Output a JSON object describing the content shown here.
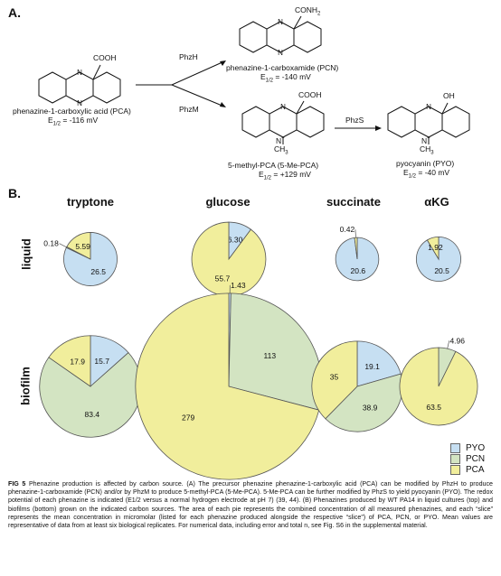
{
  "panel_a": {
    "label": "A.",
    "enzyme_phzh": "PhzH",
    "enzyme_phzm": "PhzM",
    "enzyme_phzs": "PhzS",
    "pca_group": "COOH",
    "pcn_group": "CONH",
    "pcn_group_sub": "2",
    "me_pca_group": "COOH",
    "pyo_group": "OH",
    "methyl_group": "CH",
    "methyl_sub": "3",
    "nplus": "N",
    "nplus_sup": "+",
    "pca_name": "phenazine-1-carboxylic acid (PCA)",
    "pca_e": "E",
    "pca_e_sub": "1/2",
    "pca_e_val": " = -116 mV",
    "pcn_name": "phenazine-1-carboxamide (PCN)",
    "pcn_e": "E",
    "pcn_e_sub": "1/2",
    "pcn_e_val": " = -140 mV",
    "me_pca_name": "5-methyl-PCA (5-Me-PCA)",
    "me_pca_e": "E",
    "me_pca_e_sub": "1/2",
    "me_pca_e_val": " = +129 mV",
    "pyo_name": "pyocyanin (PYO)",
    "pyo_e": "E",
    "pyo_e_sub": "1/2",
    "pyo_e_val": " = -40 mV"
  },
  "panel_b": {
    "label": "B.",
    "columns": [
      "tryptone",
      "glucose",
      "succinate",
      "αKG"
    ],
    "rows": [
      "liquid",
      "biofilm"
    ],
    "legend": [
      {
        "label": "PYO",
        "color": "#c6dff2"
      },
      {
        "label": "PCN",
        "color": "#d3e4c2"
      },
      {
        "label": "PCA",
        "color": "#f1ee9c"
      }
    ]
  },
  "chart_data": {
    "type": "pie",
    "title": "",
    "units": "micromolar",
    "slice_order": [
      "PYO",
      "PCN",
      "PCA"
    ],
    "colors": {
      "PYO": "#c6dff2",
      "PCN": "#d3e4c2",
      "PCA": "#f1ee9c"
    },
    "pies": [
      {
        "condition": "liquid",
        "medium": "tryptone",
        "slices": [
          {
            "name": "PYO",
            "value": 26.5,
            "label": "26.5"
          },
          {
            "name": "PCN",
            "value": 0.18,
            "label": "0.18"
          },
          {
            "name": "PCA",
            "value": 5.59,
            "label": "5.59"
          }
        ]
      },
      {
        "condition": "liquid",
        "medium": "glucose",
        "slices": [
          {
            "name": "PYO",
            "value": 6.3,
            "label": "6.30"
          },
          {
            "name": "PCN",
            "value": 0,
            "label": ""
          },
          {
            "name": "PCA",
            "value": 55.7,
            "label": "55.7"
          }
        ]
      },
      {
        "condition": "liquid",
        "medium": "succinate",
        "slices": [
          {
            "name": "PYO",
            "value": 20.6,
            "label": "20.6"
          },
          {
            "name": "PCN",
            "value": 0,
            "label": ""
          },
          {
            "name": "PCA",
            "value": 0.42,
            "label": "0.42"
          }
        ]
      },
      {
        "condition": "liquid",
        "medium": "αKG",
        "slices": [
          {
            "name": "PYO",
            "value": 20.5,
            "label": "20.5"
          },
          {
            "name": "PCN",
            "value": 0,
            "label": ""
          },
          {
            "name": "PCA",
            "value": 1.92,
            "label": "1.92"
          }
        ]
      },
      {
        "condition": "biofilm",
        "medium": "tryptone",
        "slices": [
          {
            "name": "PYO",
            "value": 15.7,
            "label": "15.7"
          },
          {
            "name": "PCN",
            "value": 83.4,
            "label": "83.4"
          },
          {
            "name": "PCA",
            "value": 17.9,
            "label": "17.9"
          }
        ]
      },
      {
        "condition": "biofilm",
        "medium": "glucose",
        "slices": [
          {
            "name": "PYO",
            "value": 1.43,
            "label": "1.43"
          },
          {
            "name": "PCN",
            "value": 113,
            "label": "113"
          },
          {
            "name": "PCA",
            "value": 279,
            "label": "279"
          }
        ]
      },
      {
        "condition": "biofilm",
        "medium": "succinate",
        "slices": [
          {
            "name": "PYO",
            "value": 19.1,
            "label": "19.1"
          },
          {
            "name": "PCN",
            "value": 38.9,
            "label": "38.9"
          },
          {
            "name": "PCA",
            "value": 35,
            "label": "35"
          }
        ]
      },
      {
        "condition": "biofilm",
        "medium": "αKG",
        "slices": [
          {
            "name": "PYO",
            "value": 0,
            "label": ""
          },
          {
            "name": "PCN",
            "value": 4.96,
            "label": "4.96"
          },
          {
            "name": "PCA",
            "value": 63.5,
            "label": "63.5"
          }
        ]
      }
    ]
  },
  "caption": {
    "bold_label": "FIG 5",
    "text": "Phenazine production is affected by carbon source. (A) The precursor phenazine phenazine-1-carboxylic acid (PCA) can be modified by PhzH to produce phenazine-1-carboxamide (PCN) and/or by PhzM to produce 5-methyl-PCA (5-Me-PCA). 5-Me-PCA can be further modified by PhzS to yield pyocyanin (PYO). The redox potential of each phenazine is indicated (E1/2 versus a normal hydrogen electrode at pH 7) (39, 44). (B) Phenazines produced by WT PA14 in liquid cultures (top) and biofilms (bottom) grown on the indicated carbon sources. The area of each pie represents the combined concentration of all measured phenazines, and each “slice” represents the mean concentration in micromolar (listed for each phenazine produced alongside the respective “slice”) of PCA, PCN, or PYO. Mean values are representative of data from at least six biological replicates. For numerical data, including error and total n, see Fig. S6 in the supplemental material."
  }
}
